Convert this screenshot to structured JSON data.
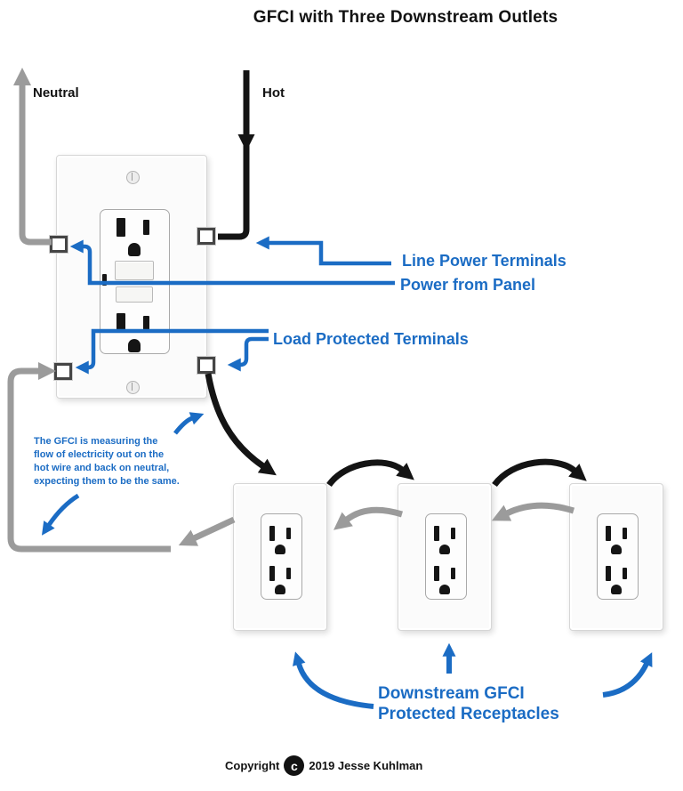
{
  "title": "GFCI with Three Downstream Outlets",
  "wire_labels": {
    "neutral": "Neutral",
    "hot": "Hot"
  },
  "callouts": {
    "line_power": "Line Power Terminals",
    "power_from_panel": "Power from Panel",
    "load_protected": "Load Protected Terminals",
    "downstream_line1": "Downstream GFCI",
    "downstream_line2": "Protected Receptacles"
  },
  "note": {
    "lines": [
      "The GFCI is measuring the",
      "flow of electricity out on the",
      "hot wire and back on neutral,",
      "expecting them to be the same."
    ]
  },
  "footer": {
    "copyright_word": "Copyright",
    "copyright_symbol": "c",
    "copyright_text": "2019 Jesse Kuhlman"
  },
  "colors": {
    "annotation_blue": "#1b6cc4",
    "hot_wire_black": "#141414",
    "neutral_wire_gray": "#9b9b9b",
    "background": "#ffffff"
  }
}
